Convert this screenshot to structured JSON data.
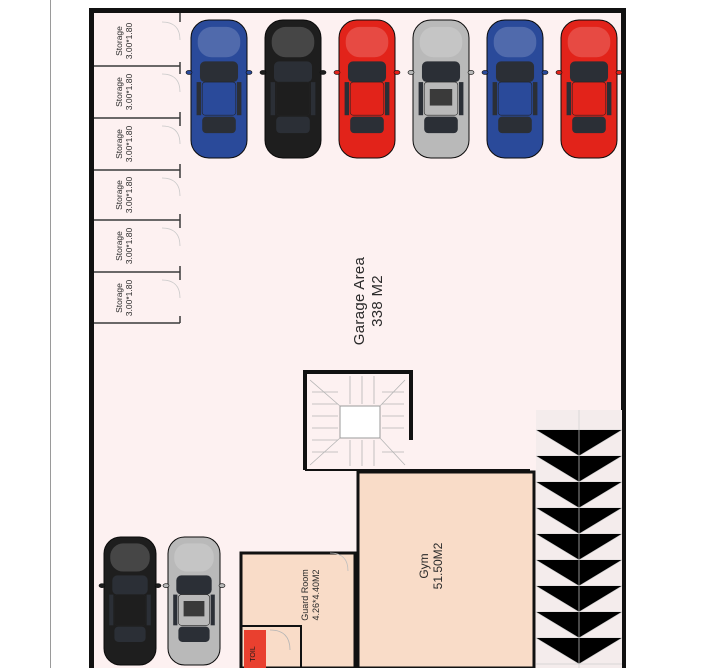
{
  "storage_rooms": [
    {
      "name": "Storage",
      "size": "3.00*1.80"
    },
    {
      "name": "Storage",
      "size": "3.00*1.80"
    },
    {
      "name": "Storage",
      "size": "3.00*1.80"
    },
    {
      "name": "Storage",
      "size": "3.00*1.80"
    },
    {
      "name": "Storage",
      "size": "3.00*1.80"
    },
    {
      "name": "Storage",
      "size": "3.00*1.80"
    }
  ],
  "garage": {
    "name": "Garage Area",
    "area": "338 M2"
  },
  "gym": {
    "name": "Gym",
    "area": "51.50M2"
  },
  "guard_room": {
    "name": "Guard Room",
    "size": "4.26*4.40M2"
  },
  "toilet": {
    "label": "TOIL"
  },
  "cars_top": [
    {
      "color": "#2a4a9a",
      "kind": "sport-car"
    },
    {
      "color": "#1e1e1e",
      "kind": "sport-car"
    },
    {
      "color": "#e2231a",
      "kind": "sport-car"
    },
    {
      "color": "#b9b9b9",
      "kind": "suv"
    },
    {
      "color": "#2a4a9a",
      "kind": "sport-car"
    },
    {
      "color": "#e2231a",
      "kind": "sport-car"
    }
  ],
  "cars_bottom": [
    {
      "color": "#1e1e1e",
      "kind": "sport-car"
    },
    {
      "color": "#b9b9b9",
      "kind": "suv"
    }
  ],
  "colors": {
    "floor": "#fdf1f1",
    "room_fill": "#f9dcc8",
    "wall": "#111111",
    "toilet": "#e9402f"
  }
}
